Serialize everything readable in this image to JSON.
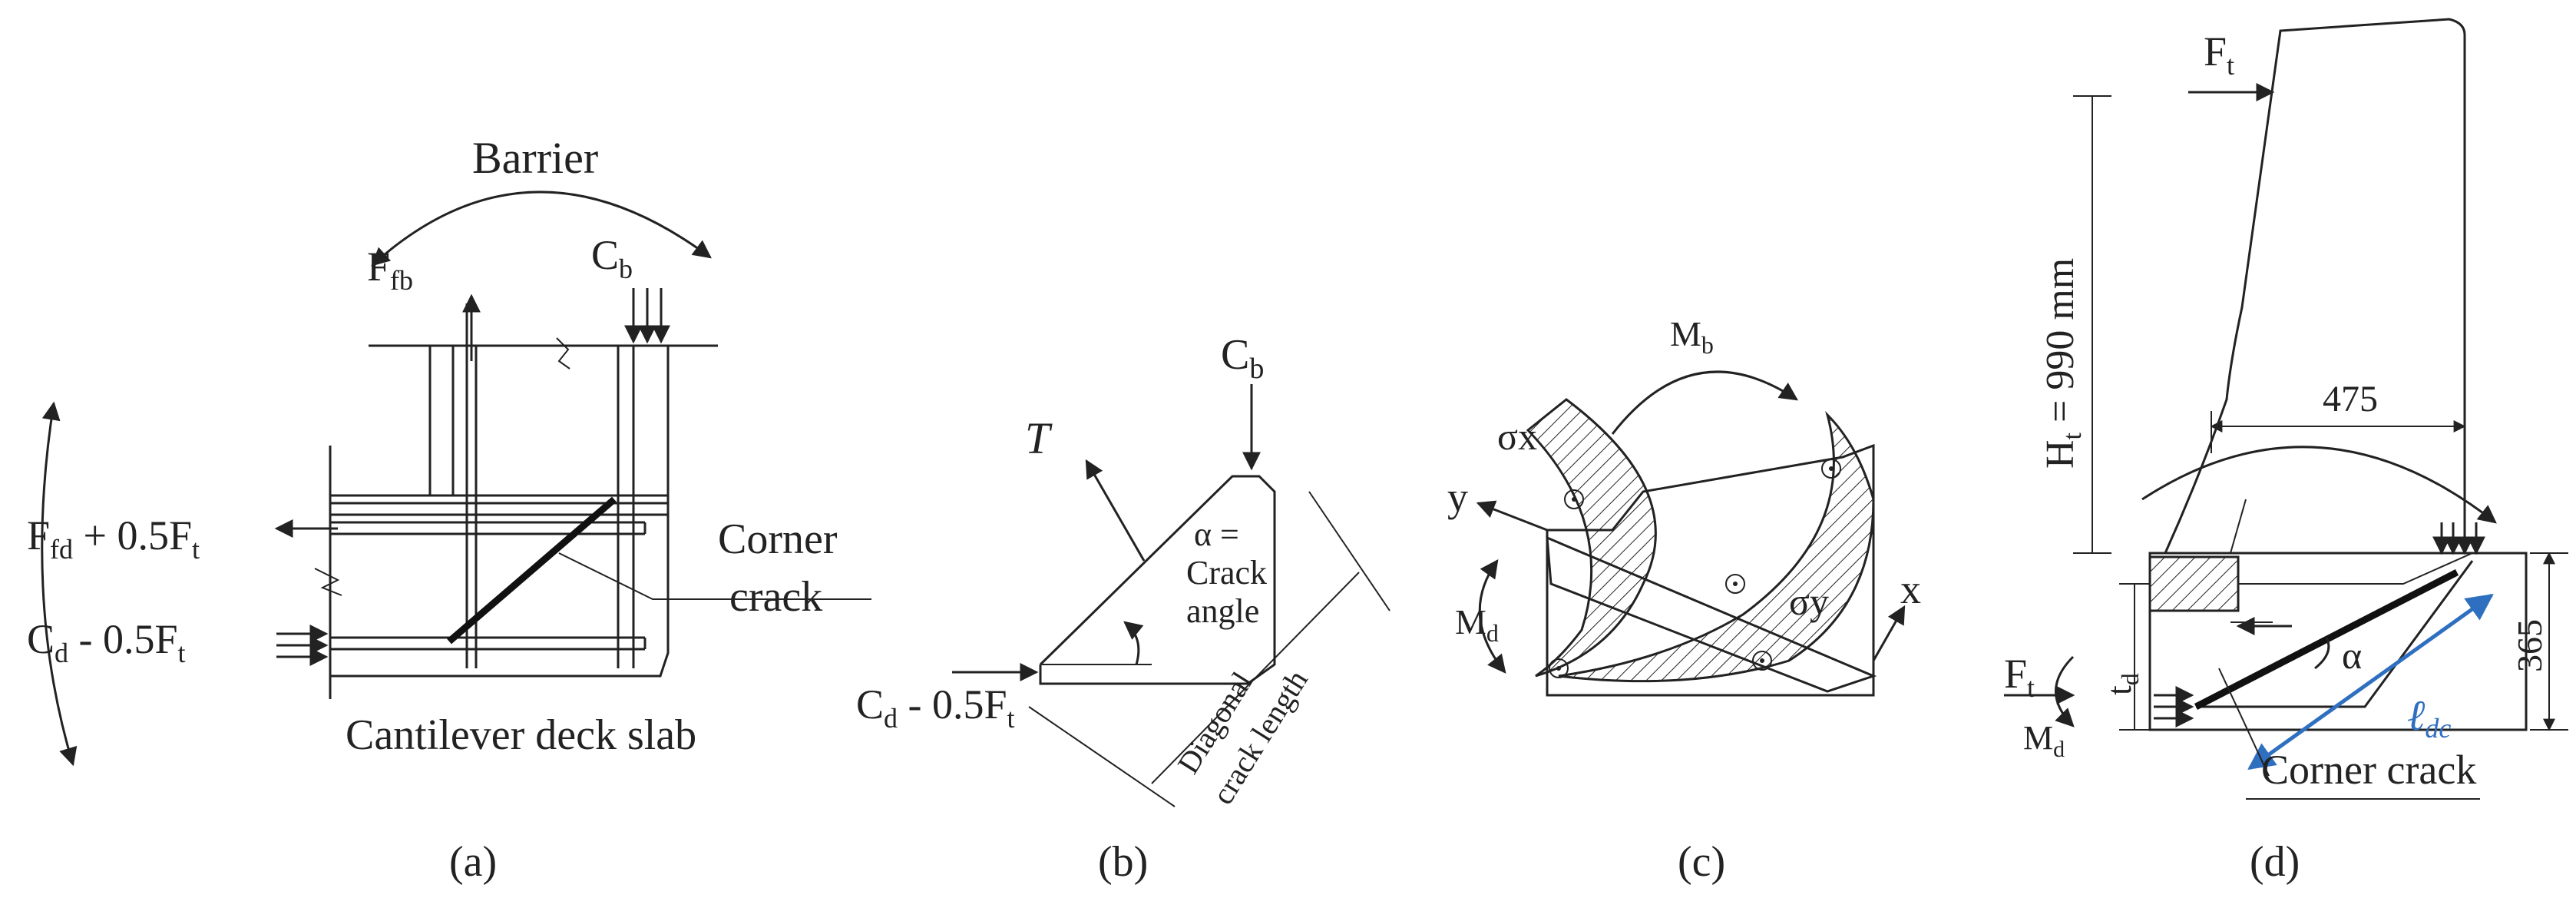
{
  "panel_a": {
    "barrier": "Barrier",
    "f_fb": "F",
    "f_fb_sub": "fb",
    "c_b": "C",
    "c_b_sub": "b",
    "f_fd_main": "F",
    "f_fd_sub": "fd",
    "f_fd_tail": " + 0.5F",
    "f_fd_tail_sub": "t",
    "c_d_main": "C",
    "c_d_sub": "d",
    "c_d_tail": " - 0.5F",
    "c_d_tail_sub": "t",
    "corner_crack_1": "Corner",
    "corner_crack_2": "crack",
    "cantilever": "Cantilever deck slab",
    "caption": "(a)"
  },
  "panel_b": {
    "t": "T",
    "c_b": "C",
    "c_b_sub": "b",
    "alpha_1": "α =",
    "alpha_2": "Crack",
    "alpha_3": "angle",
    "c_d_main": "C",
    "c_d_sub": "d",
    "c_d_tail": " - 0.5F",
    "c_d_tail_sub": "t",
    "diag_1": "Diagonal",
    "diag_2": "crack length",
    "caption": "(b)"
  },
  "panel_c": {
    "m_b": "M",
    "m_b_sub": "b",
    "sigma_x": "σx",
    "sigma_y": "σy",
    "y": "y",
    "x": "x",
    "m_d": "M",
    "m_d_sub": "d",
    "caption": "(c)"
  },
  "panel_d": {
    "f_t_top": "F",
    "f_t_top_sub": "t",
    "h_t": "H",
    "h_t_sub": "t",
    "h_t_tail": " = 990 mm",
    "dim_475": "475",
    "dim_365": "365",
    "f_t_side": "F",
    "f_t_side_sub": "t",
    "t_d": "t",
    "t_d_sub": "d",
    "m_d": "M",
    "m_d_sub": "d",
    "alpha": "α",
    "l_dc": "ℓ",
    "l_dc_sub": "dc",
    "corner_crack": "Corner crack",
    "caption": "(d)"
  },
  "colors": {
    "line": "#222222",
    "blue_dimension": "#2e6fc0"
  }
}
